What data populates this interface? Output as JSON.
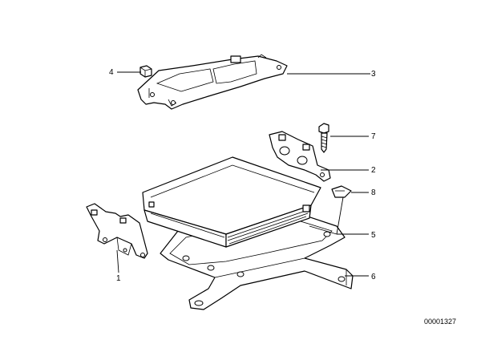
{
  "callouts": {
    "c1": "1",
    "c2": "2",
    "c3": "3",
    "c4": "4",
    "c5": "5",
    "c6": "6",
    "c7": "7",
    "c8": "8"
  },
  "diagram_ref": "00001327"
}
